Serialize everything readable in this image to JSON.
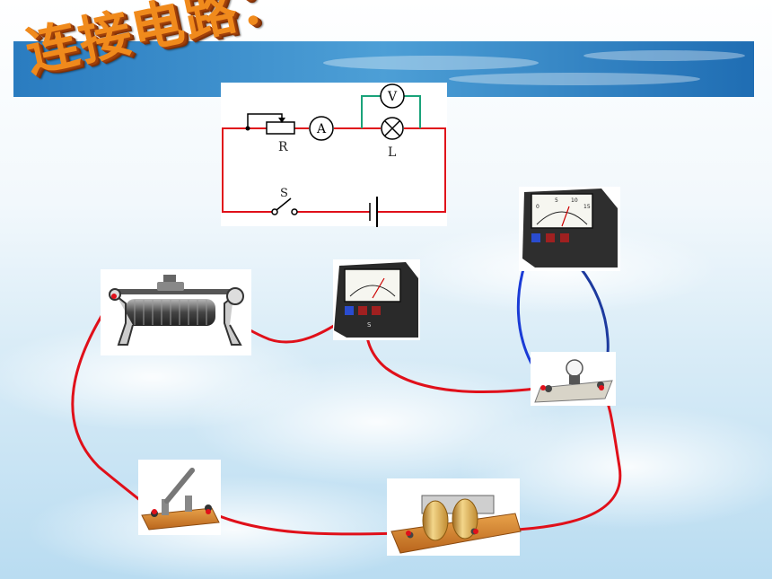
{
  "title": "连接电路：",
  "schematic": {
    "rheostat_label": "R",
    "ammeter_symbol": "A",
    "voltmeter_symbol": "V",
    "lamp_label": "L",
    "switch_label": "S"
  },
  "meters": {
    "scale_digits": [
      "0",
      "5",
      "10",
      "15"
    ],
    "terminal_letter": "S"
  },
  "colors": {
    "banner_blue": "#1f6db3",
    "wire_red": "#e0101a",
    "wire_blue": "#1a3bd6",
    "wire_green": "#1aa37a",
    "title_orange": "#f08a1c",
    "board_brown": "#d9822b"
  }
}
